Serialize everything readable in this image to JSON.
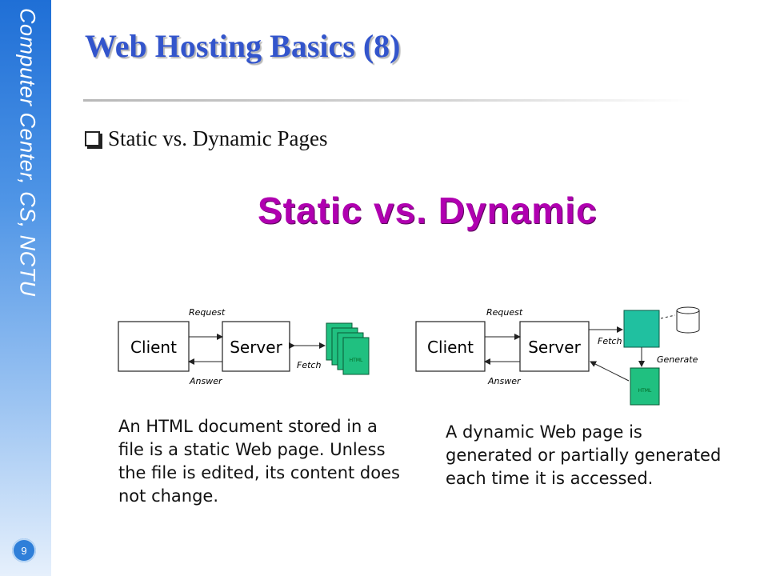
{
  "sidebar": {
    "text": "Computer Center, CS, NCTU",
    "page_number": "9"
  },
  "title": "Web Hosting Basics (8)",
  "bullet": "Static vs. Dynamic Pages",
  "figure": {
    "title": "Static vs. Dynamic",
    "static": {
      "client": "Client",
      "server": "Server",
      "request": "Request",
      "answer": "Answer",
      "fetch": "Fetch",
      "doc_label": "HTML",
      "caption_lines": [
        "An HTML document stored in a",
        "file is a static Web page. Unless",
        "the file is edited, its content does",
        "not change."
      ]
    },
    "dynamic": {
      "client": "Client",
      "server": "Server",
      "request": "Request",
      "answer": "Answer",
      "fetch": "Fetch",
      "generate": "Generate",
      "doc_label": "HTML",
      "caption_lines": [
        "A dynamic Web page is",
        "generated or partially generated",
        "each time it is accessed."
      ]
    }
  },
  "colors": {
    "title": "#3355cc",
    "figure_title": "#b000b0",
    "doc_green": "#20c080",
    "sidebar_top": "#1f6fd6"
  }
}
